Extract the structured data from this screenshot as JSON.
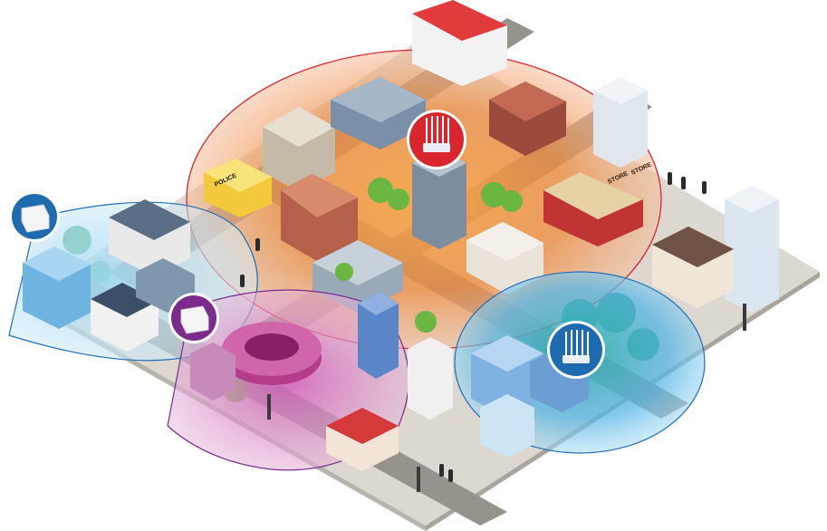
{
  "scene": {
    "description_words": "",
    "signs": {
      "police": "POLICE",
      "store_left": "STORE",
      "store_right": "STORE"
    },
    "coverage_zones": [
      {
        "id": "outdoor-sector-red",
        "color": "#d9262e"
      },
      {
        "id": "outdoor-sector-blue-left",
        "color": "#1f6fb8"
      },
      {
        "id": "outdoor-sector-purple",
        "color": "#7a2a8c"
      },
      {
        "id": "outdoor-sector-blue-right",
        "color": "#1f6fb8"
      }
    ],
    "access_points": [
      {
        "name": "red-sector-antenna",
        "icon": "multi-antenna-ap-icon",
        "color": "#d9262e"
      },
      {
        "name": "blue-left-ap",
        "icon": "dome-ap-icon",
        "color": "#1e6bb0"
      },
      {
        "name": "purple-ap",
        "icon": "dome-ap-icon",
        "color": "#7b2b8e"
      },
      {
        "name": "blue-right-antenna",
        "icon": "multi-antenna-ap-icon",
        "color": "#1e6bb0"
      }
    ],
    "colors": {
      "ground": "#d9d6cf",
      "road": "#8f8d88",
      "grass": "#7cc04a",
      "red_accent": "#d9262e",
      "blue_accent": "#1e6bb0",
      "purple_accent": "#7b2b8e"
    }
  }
}
